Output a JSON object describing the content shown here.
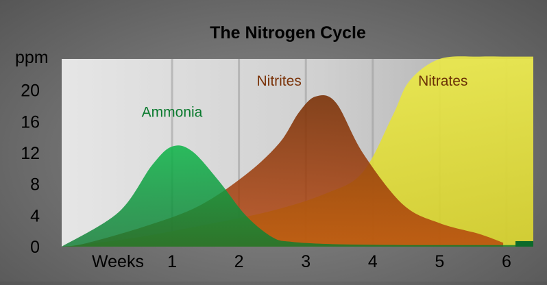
{
  "chart_data": {
    "type": "area",
    "title": "The Nitrogen Cycle",
    "ylabel": "ppm",
    "xlabel": "Weeks",
    "y_ticks": [
      "0",
      "4",
      "8",
      "12",
      "16",
      "20"
    ],
    "x_ticks": [
      "1",
      "2",
      "3",
      "4",
      "5",
      "6"
    ],
    "ylim": [
      0,
      24
    ],
    "xlim": [
      -0.65,
      6.4
    ],
    "grid": "vertical",
    "series": [
      {
        "name": "Nitrates",
        "color": "#e8e43a",
        "x": [
          -0.65,
          -0.3,
          0.5,
          1.5,
          2.5,
          3.3,
          3.85,
          4.3,
          4.55,
          5.0,
          5.6,
          6.0,
          6.4
        ],
        "values": [
          0,
          0.3,
          1.2,
          2.8,
          4.6,
          6.8,
          9.5,
          16.8,
          21.2,
          24.0,
          24.3,
          24.3,
          24.3
        ]
      },
      {
        "name": "Nitrites",
        "color": "#8a3a10",
        "x": [
          -0.65,
          -0.3,
          0.6,
          1.4,
          2.1,
          2.6,
          2.9,
          3.15,
          3.45,
          3.85,
          4.45,
          5.0,
          5.6,
          5.95
        ],
        "values": [
          0,
          0.4,
          2.6,
          5.2,
          9.2,
          13.2,
          17.2,
          19.2,
          18.4,
          12.0,
          5.4,
          3.0,
          1.6,
          0.5
        ]
      },
      {
        "name": "Ammonia",
        "color": "#12b04a",
        "x": [
          -0.65,
          0.2,
          0.7,
          1.0,
          1.3,
          1.7,
          2.1,
          2.5,
          2.8,
          3.5,
          4.5,
          5.5,
          6.4
        ],
        "values": [
          0,
          4.4,
          10.4,
          12.8,
          12.2,
          8.4,
          4.0,
          1.2,
          0.6,
          0.3,
          0.2,
          0.2,
          0.2
        ]
      }
    ]
  }
}
